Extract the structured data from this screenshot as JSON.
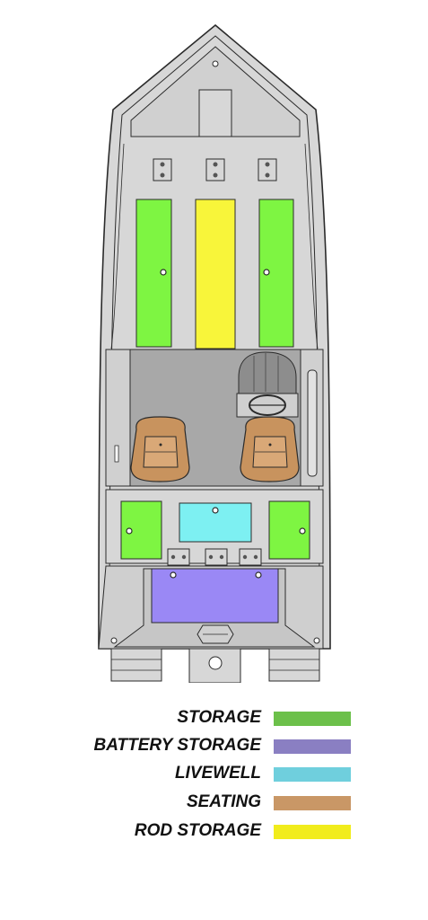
{
  "colors": {
    "hull": "#d7d7d7",
    "hull_dark": "#c6c6c6",
    "cockpit": "#a8a8a8",
    "outline": "#2b2b2b",
    "storage_fill": "#7ef542",
    "rod_fill": "#f8f53a",
    "livewell_fill": "#7df0f2",
    "battery_fill": "#9a88f5",
    "seat_fill": "#c8935e",
    "console": "#8d8d8d"
  },
  "legend": [
    {
      "id": "storage",
      "label": "STORAGE",
      "color": "#6cc04a"
    },
    {
      "id": "battery-storage",
      "label": "BATTERY STORAGE",
      "color": "#8a7fc2"
    },
    {
      "id": "livewell",
      "label": "LIVEWELL",
      "color": "#6fcfdd"
    },
    {
      "id": "seating",
      "label": "SEATING",
      "color": "#c99766"
    },
    {
      "id": "rod-storage",
      "label": "ROD STORAGE",
      "color": "#f1ec1c"
    }
  ]
}
